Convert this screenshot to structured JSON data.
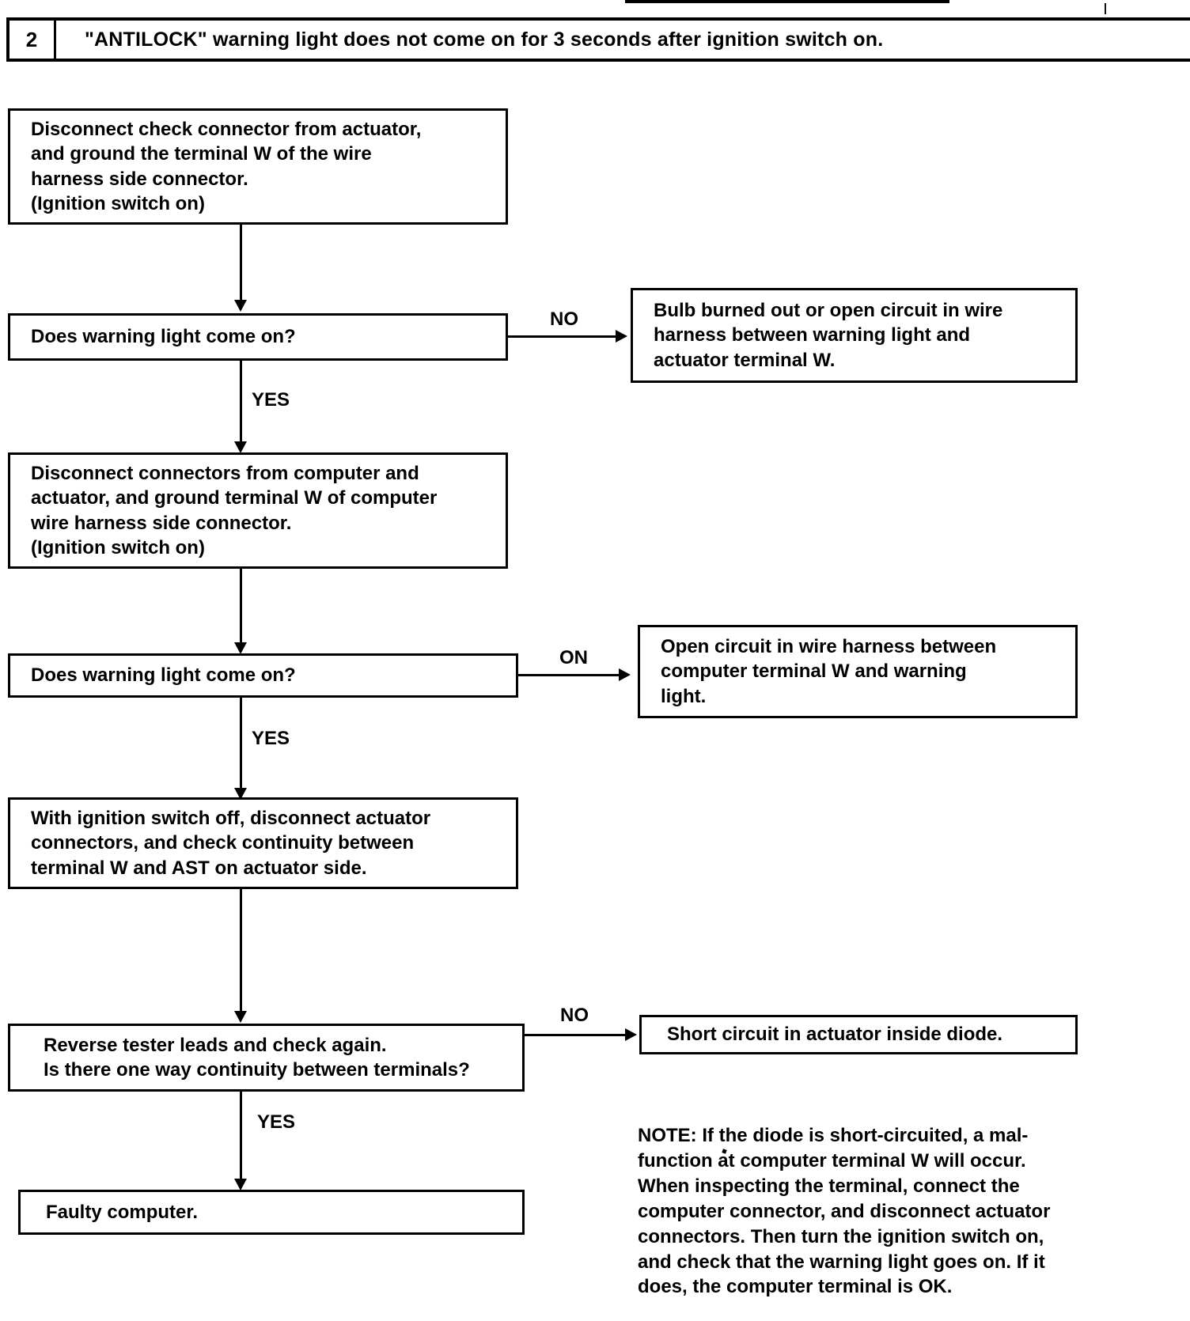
{
  "header": {
    "number": "2",
    "title": "\"ANTILOCK\" warning light does not come on for 3 seconds after ignition switch on."
  },
  "flow": {
    "step1": {
      "name": "disconnect-check-connector",
      "lines": [
        "Disconnect check connector from actuator,",
        "and ground the terminal W of the wire",
        "harness side connector.",
        "(Ignition switch on)"
      ]
    },
    "decision1": {
      "name": "does-warning-light-come-on-1",
      "lines": [
        "Does warning light come on?"
      ],
      "no_label": "NO",
      "yes_label": "YES"
    },
    "result1": {
      "name": "bulb-burned-out",
      "lines": [
        "Bulb burned out or open circuit in wire",
        "harness between warning light and",
        "actuator terminal W."
      ]
    },
    "step2": {
      "name": "disconnect-computer-actuator-connectors",
      "lines": [
        "Disconnect connectors from computer and",
        "actuator, and ground terminal W of computer",
        "wire harness side connector.",
        "(Ignition switch on)"
      ]
    },
    "decision2": {
      "name": "does-warning-light-come-on-2",
      "lines": [
        "Does warning light come on?"
      ],
      "on_label": "ON",
      "yes_label": "YES"
    },
    "result2": {
      "name": "open-circuit-computer-terminal",
      "lines": [
        "Open circuit in wire harness between",
        "computer terminal W and warning",
        "light."
      ]
    },
    "step3": {
      "name": "check-continuity-terminal-w-ast",
      "lines": [
        "With ignition switch off, disconnect actuator",
        "connectors, and check continuity between",
        "terminal W and AST on actuator side."
      ]
    },
    "decision3": {
      "name": "reverse-tester-leads",
      "lines": [
        "Reverse tester leads and check again.",
        "Is there one way continuity between terminals?"
      ],
      "no_label": "NO",
      "yes_label": "YES"
    },
    "result3": {
      "name": "short-circuit-inside-diode",
      "lines": [
        "Short circuit in actuator inside diode."
      ]
    },
    "final": {
      "name": "faulty-computer",
      "lines": [
        "Faulty computer."
      ]
    }
  },
  "note": {
    "lines": [
      "NOTE:  If the diode is short-circuited, a mal-",
      "function at computer terminal W will occur.",
      "When  inspecting  the  terminal,  connect  the",
      "computer connector, and disconnect actuator",
      "connectors. Then turn the ignition switch on,",
      "and check that the warning light goes on. If it",
      "does, the computer terminal is OK."
    ]
  },
  "colors": {
    "ink": "#000000",
    "paper": "#ffffff"
  }
}
